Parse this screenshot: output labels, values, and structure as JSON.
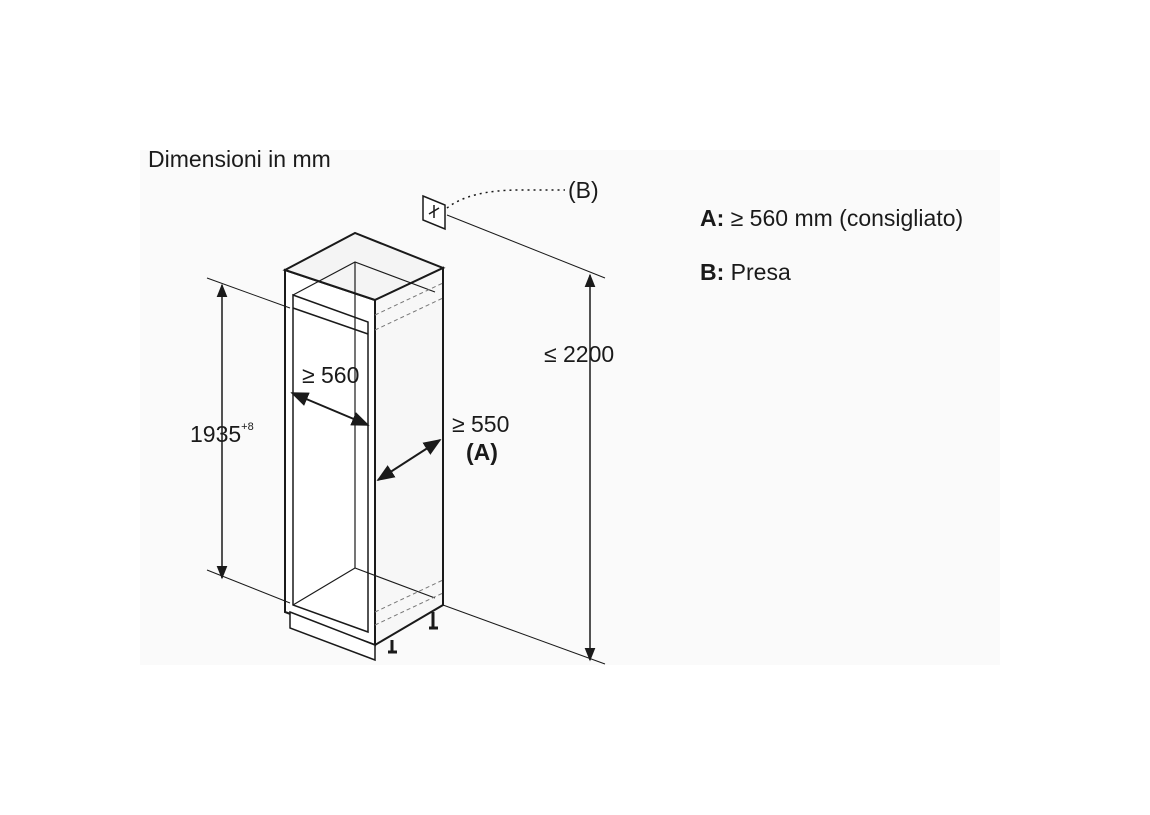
{
  "title": "Dimensioni in mm",
  "legend": {
    "a_key": "A:",
    "a_text": "≥ 560 mm (consigliato)",
    "b_key": "B:",
    "b_text": "Presa"
  },
  "socket_label": "(B)",
  "dimensions": {
    "height_total": "≤ 2200",
    "niche_height": "1935",
    "niche_height_tol": "+8",
    "niche_width": "≥ 560",
    "niche_depth": "≥ 550",
    "niche_depth_ref": "(A)"
  }
}
